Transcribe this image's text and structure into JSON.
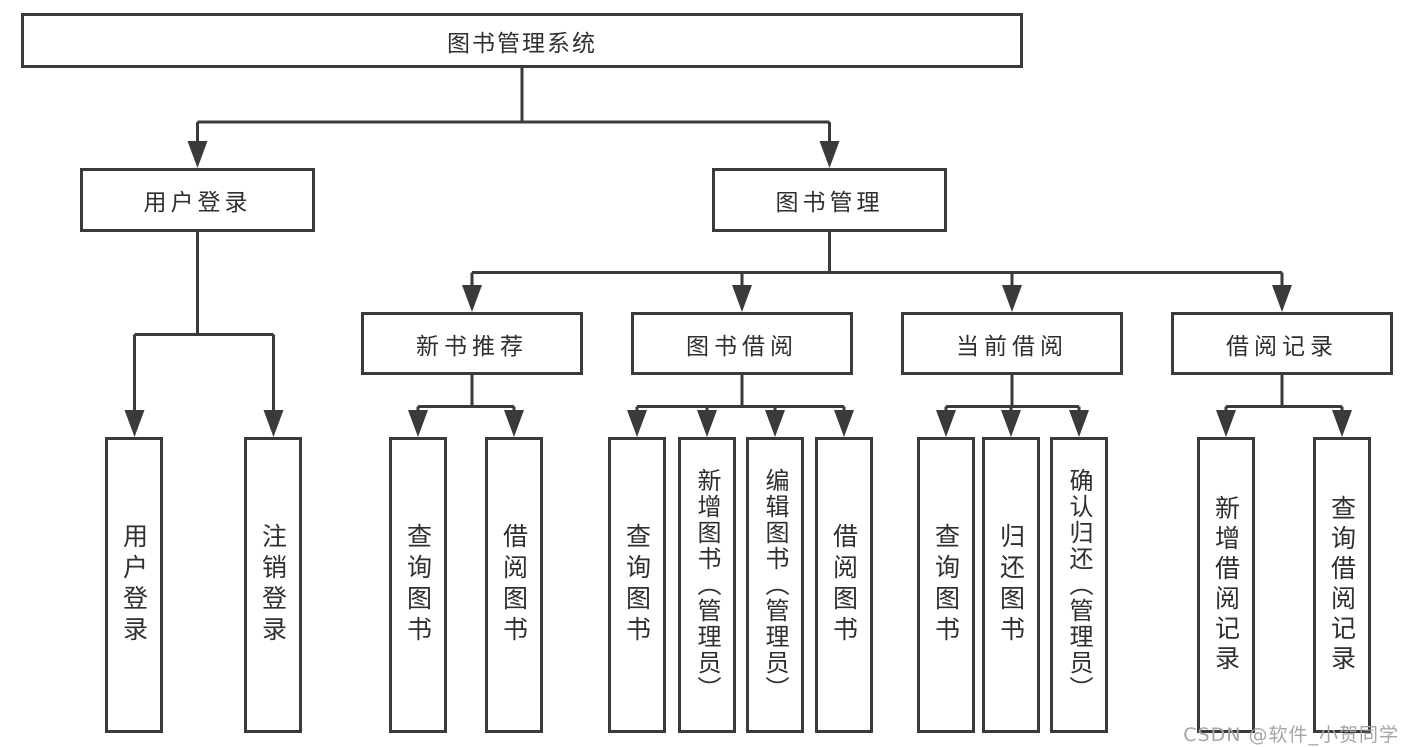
{
  "diagram": {
    "root": {
      "label": "图书管理系统"
    },
    "level1": [
      {
        "label": "用户登录"
      },
      {
        "label": "图书管理"
      }
    ],
    "level2": [
      {
        "label": "新书推荐"
      },
      {
        "label": "图书借阅"
      },
      {
        "label": "当前借阅"
      },
      {
        "label": "借阅记录"
      }
    ],
    "leaves": [
      {
        "label": "用户登录"
      },
      {
        "label": "注销登录"
      },
      {
        "label": "查询图书"
      },
      {
        "label": "借阅图书"
      },
      {
        "label": "查询图书"
      },
      {
        "label": "新增图书（管理员）"
      },
      {
        "label": "编辑图书（管理员）"
      },
      {
        "label": "借阅图书"
      },
      {
        "label": "查询图书"
      },
      {
        "label": "归还图书"
      },
      {
        "label": "确认归还（管理员）"
      },
      {
        "label": "新增借阅记录"
      },
      {
        "label": "查询借阅记录"
      }
    ]
  },
  "watermark": {
    "text": "CSDN @软件_小贺同学"
  },
  "colors": {
    "line": "#3a3a3a",
    "text": "#2f2f2f",
    "watermark": "#a6a6a6",
    "background": "#ffffff"
  }
}
